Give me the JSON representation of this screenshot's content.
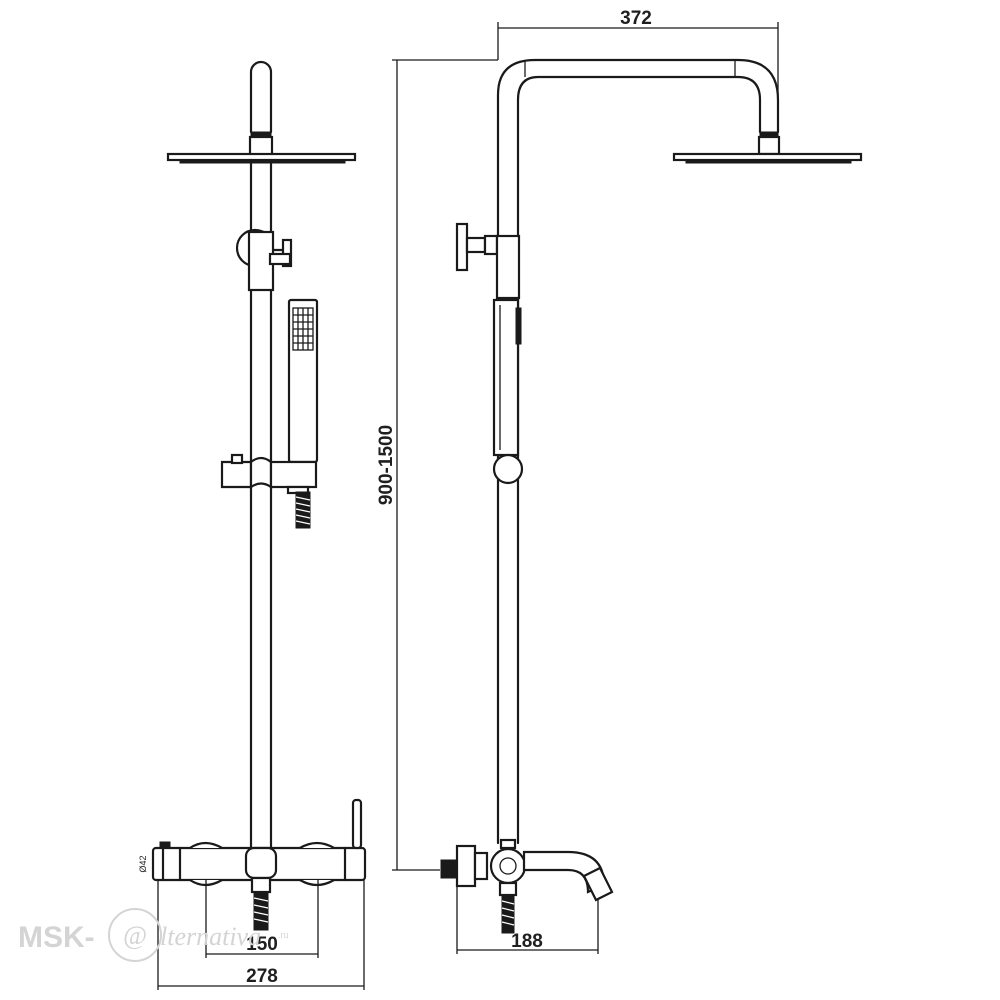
{
  "dimensions": {
    "arm_width": "372",
    "height_range": "900-1500",
    "mixer_centers": "150",
    "mixer_width": "278",
    "spout_reach": "188",
    "diameter": "Ø42"
  },
  "watermark": {
    "brand": "MSK-",
    "logo_glyph": "@",
    "suffix": "lternativa",
    "tld": ".ru"
  }
}
